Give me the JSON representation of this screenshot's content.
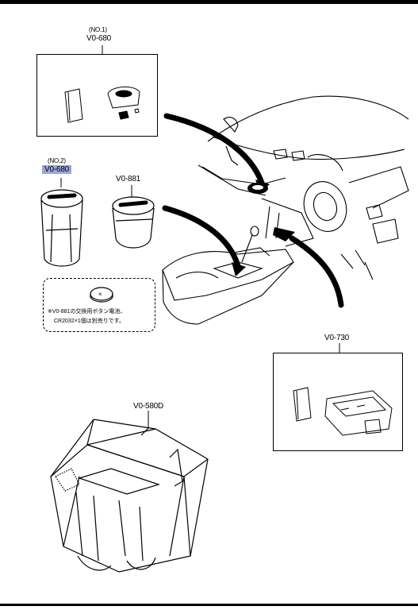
{
  "callouts": {
    "no1_tag": "(NO.1)",
    "no1_part": "V0-680",
    "no2_tag": "(NO.2)",
    "no2_part": "V0-680",
    "cup_part": "V0-881",
    "right_part": "V0-730",
    "bag_part": "V0-580D"
  },
  "note": {
    "line1": "※V0-881の交換用ボタン電池、",
    "line2": "CR2032×1個は別売りです。"
  },
  "colors": {
    "highlight": "#9aa6dd",
    "line": "#000000"
  }
}
